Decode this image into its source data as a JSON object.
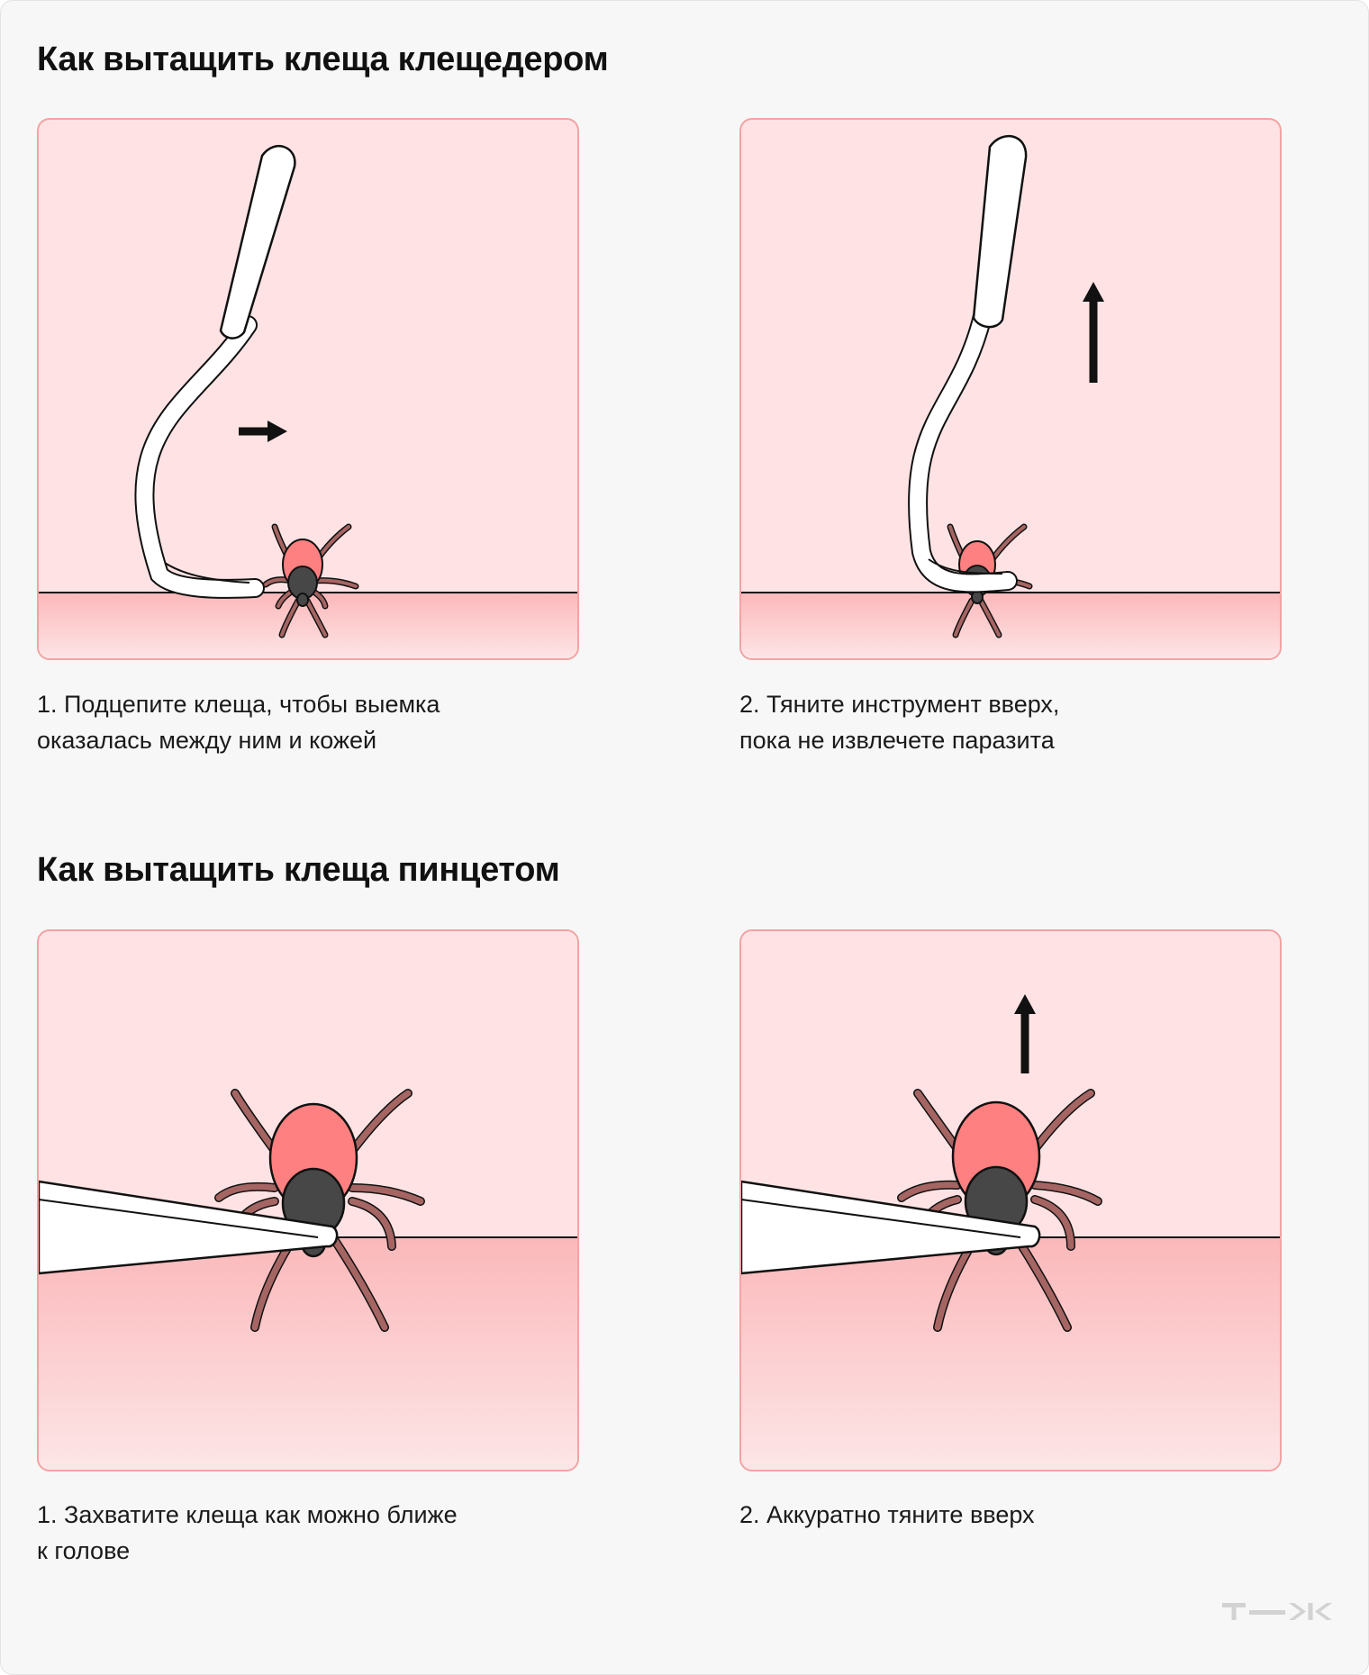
{
  "sections": [
    {
      "title": "Как вытащить клеща клещедером",
      "steps": [
        {
          "caption_lines": [
            "1. Подцепите клеща, чтобы выемка",
            "оказалась между ним и кожей"
          ],
          "arrow": "right-arrow-icon"
        },
        {
          "caption_lines": [
            "2. Тяните инструмент вверх,",
            "пока не извлечете паразита"
          ],
          "arrow": "up-arrow-icon"
        }
      ]
    },
    {
      "title": "Как вытащить клеща пинцетом",
      "steps": [
        {
          "caption_lines": [
            "1. Захватите клеща как можно ближе",
            "к голове"
          ]
        },
        {
          "caption_lines": [
            "2. Аккуратно тяните вверх"
          ],
          "arrow": "up-arrow-icon"
        }
      ]
    }
  ],
  "logo": "Т—Ж",
  "colors": {
    "background": "#f7f7f7",
    "panel_fill": "#ffe3e4",
    "panel_border": "#f3a3a3",
    "skin_gradient_top": "#fbb8ba",
    "tick_body": "#ff8080",
    "tick_head": "#474747",
    "tick_legs": "#a56563"
  }
}
